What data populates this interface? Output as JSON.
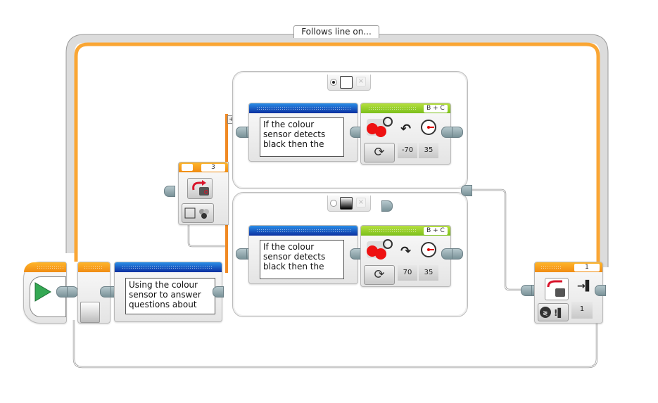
{
  "loop": {
    "label": "Follows line on...",
    "count_value": "1",
    "loop_color": "#FAA634"
  },
  "start_block": {
    "icon": "play-icon",
    "color": "#2e9d4e"
  },
  "wait_block": {
    "icon": "wait-icon"
  },
  "main_comment": {
    "text": "Using the colour sensor to answer questions about"
  },
  "switch": {
    "mode_value": "3",
    "icon": "color-sensor-switch-icon",
    "mode_icon": "measure-color-icon",
    "add_case_label": "+",
    "cases": [
      {
        "color_swatch": "white",
        "is_default": true,
        "comment": "If the colour sensor detects black then the",
        "steering": {
          "ports": "B + C",
          "steering": "-70",
          "power": "35",
          "mode_icon": "on-icon"
        }
      },
      {
        "color_swatch": "black",
        "is_default": false,
        "comment": "If the colour sensor detects black then the",
        "steering": {
          "ports": "B + C",
          "steering": "70",
          "power": "35",
          "mode_icon": "on-icon"
        }
      }
    ],
    "remove_case_label": "×"
  },
  "loop_exit": {
    "value": "1",
    "port_value": "1",
    "icon": "color-sensor-loop-icon",
    "mode_icon": "compare-reflected-light-icon",
    "output_icon": "reflected-light-icon"
  },
  "colors": {
    "flow_orange": "#F08C14",
    "action_green": "#7BBF1A",
    "advanced_blue": "#0B2FA0"
  }
}
